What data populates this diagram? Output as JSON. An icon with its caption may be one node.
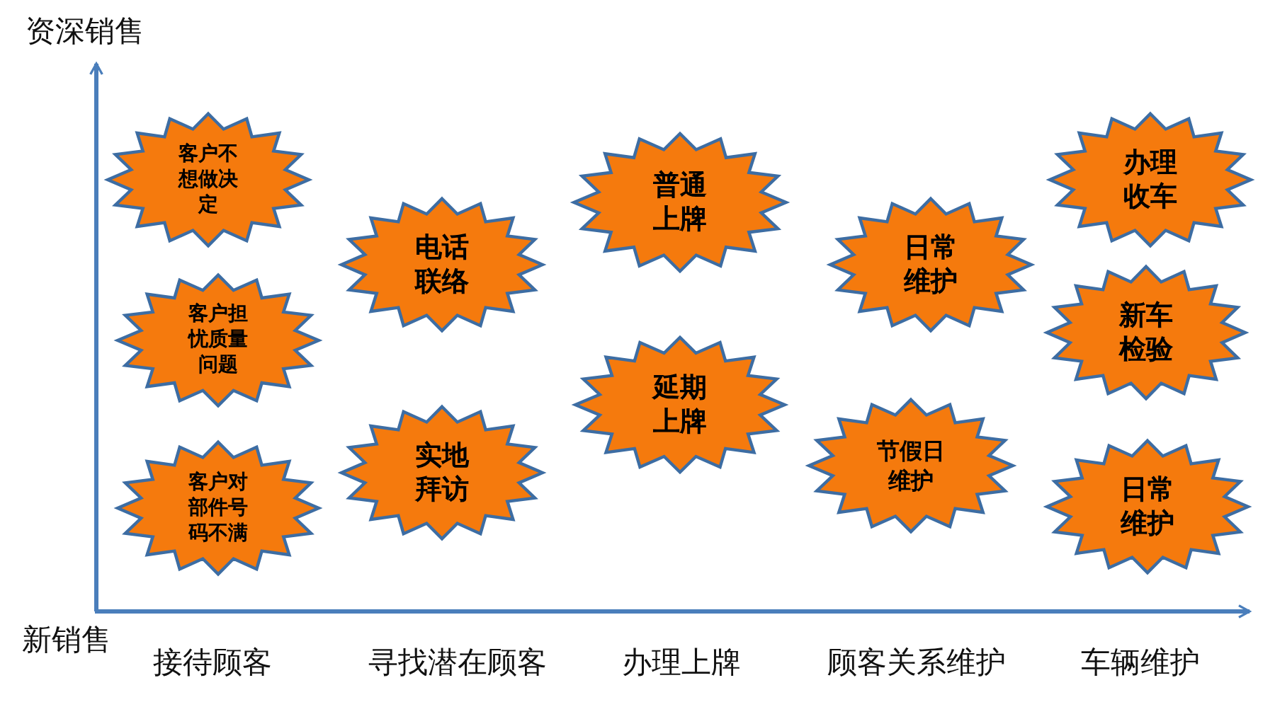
{
  "diagram": {
    "nodes": [
      {
        "text": [
          "客户不想做决定"
        ]
      },
      {
        "text": [
          "客户担忧质量问题"
        ]
      },
      {
        "text": [
          "客户对部件号码不满"
        ]
      },
      {
        "text": [
          "电话联络"
        ]
      },
      {
        "text": [
          "实地拜访"
        ]
      },
      {
        "text": [
          "普通上牌"
        ]
      },
      {
        "text": [
          "延期上牌"
        ]
      },
      {
        "text": [
          "日常维护"
        ]
      },
      {
        "text": [
          "节假日维护"
        ]
      },
      {
        "text": [
          "办理收车"
        ]
      },
      {
        "text": [
          "新车检验"
        ]
      },
      {
        "text": [
          "日常维护"
        ]
      }
    ],
    "labels": [
      "资深销售",
      "新销售",
      "接待顾客",
      "寻找潜在顾客",
      "办理上牌",
      "顾客关系维护",
      "车辆维护"
    ]
  }
}
